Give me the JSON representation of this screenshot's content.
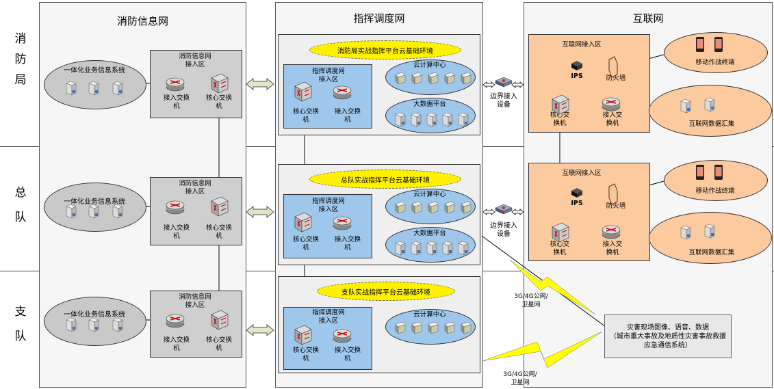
{
  "columns": {
    "fire_info_net": "消防信息网",
    "command_dispatch_net": "指挥调度网",
    "internet": "互联网"
  },
  "rows": {
    "bureau": "消\n防\n局",
    "corps": "总\n队",
    "detachment": "支\n队"
  },
  "fire_info": {
    "integrated_system": "一体化业务信息系统",
    "access_zone": "消防信息网\n接入区",
    "access_switch": "接入交换\n机",
    "core_switch": "核心交换\n机"
  },
  "dispatch": {
    "cloud_bureau": "消防局实战指挥平台云基础环境",
    "cloud_corps": "总队实战指挥平台云基础环境",
    "cloud_detachment": "支队实战指挥平台云基础环境",
    "access_zone": "指挥调度网\n接入区",
    "core_switch": "核心交换\n机",
    "access_switch": "接入交换\n机",
    "cloud_center": "云计算中心",
    "big_data": "大数据平台"
  },
  "boundary": {
    "label": "边界接入\n设备"
  },
  "internet_zone": {
    "access_zone": "互联网接入区",
    "ips": "IPS",
    "firewall": "防火墙",
    "core_switch": "核心交\n换机",
    "access_switch": "接入交\n换机",
    "mobile_terminal": "移动作战终端",
    "data_collect": "互联网数据汇集"
  },
  "wireless": {
    "label1": "3G/4G公网/\n卫星网",
    "label2": "3G/4G公网/\n卫星网"
  },
  "disaster": {
    "line1": "灾害现场图像、语音、数据",
    "line2": "（城市重大事故及地质性灾害事故救援",
    "line3": "应急通信系统）"
  },
  "colors": {
    "gray": "#c9c9c9",
    "blue": "#9fc7ec",
    "orange": "#fbcb9f",
    "yellow": "#fff200",
    "lightning": "#ffff00"
  }
}
